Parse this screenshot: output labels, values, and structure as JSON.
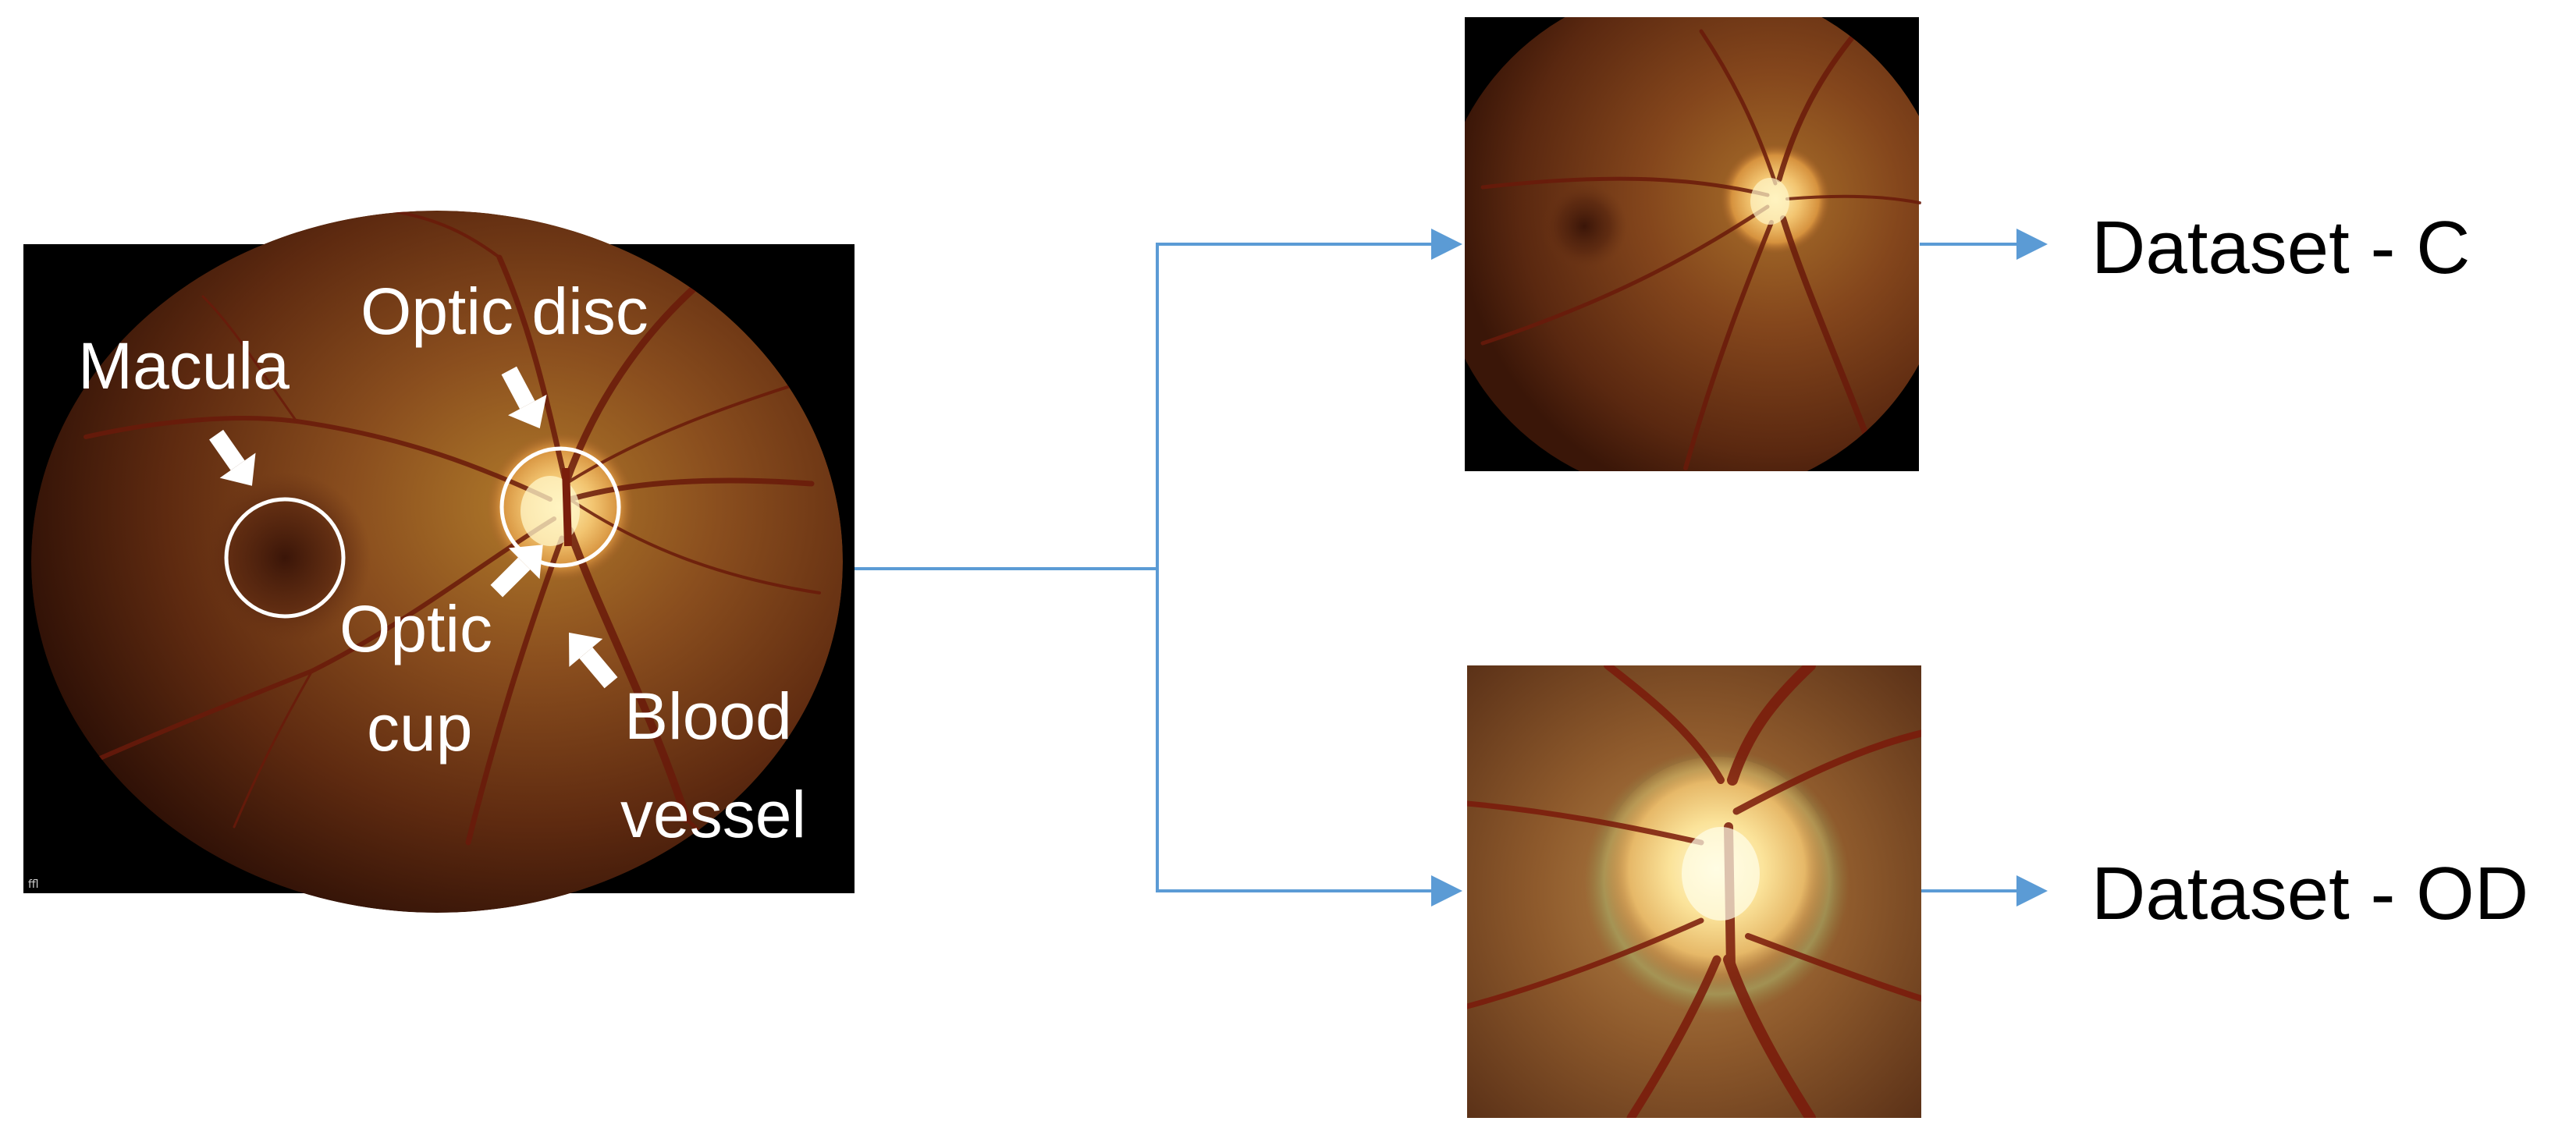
{
  "source_image": {
    "labels": {
      "macula": "Macula",
      "optic_disc": "Optic disc",
      "optic_cup_line1": "Optic",
      "optic_cup_line2": "cup",
      "blood_vessel_line1": "Blood",
      "blood_vessel_line2": "vessel"
    },
    "corner_stamp": "ffl"
  },
  "outputs": {
    "top_label": "Dataset - C",
    "bottom_label": "Dataset - OD"
  },
  "colors": {
    "connector": "#5b9bd5",
    "annotation": "#ffffff",
    "label_text": "#000000",
    "image_background": "#000000"
  }
}
